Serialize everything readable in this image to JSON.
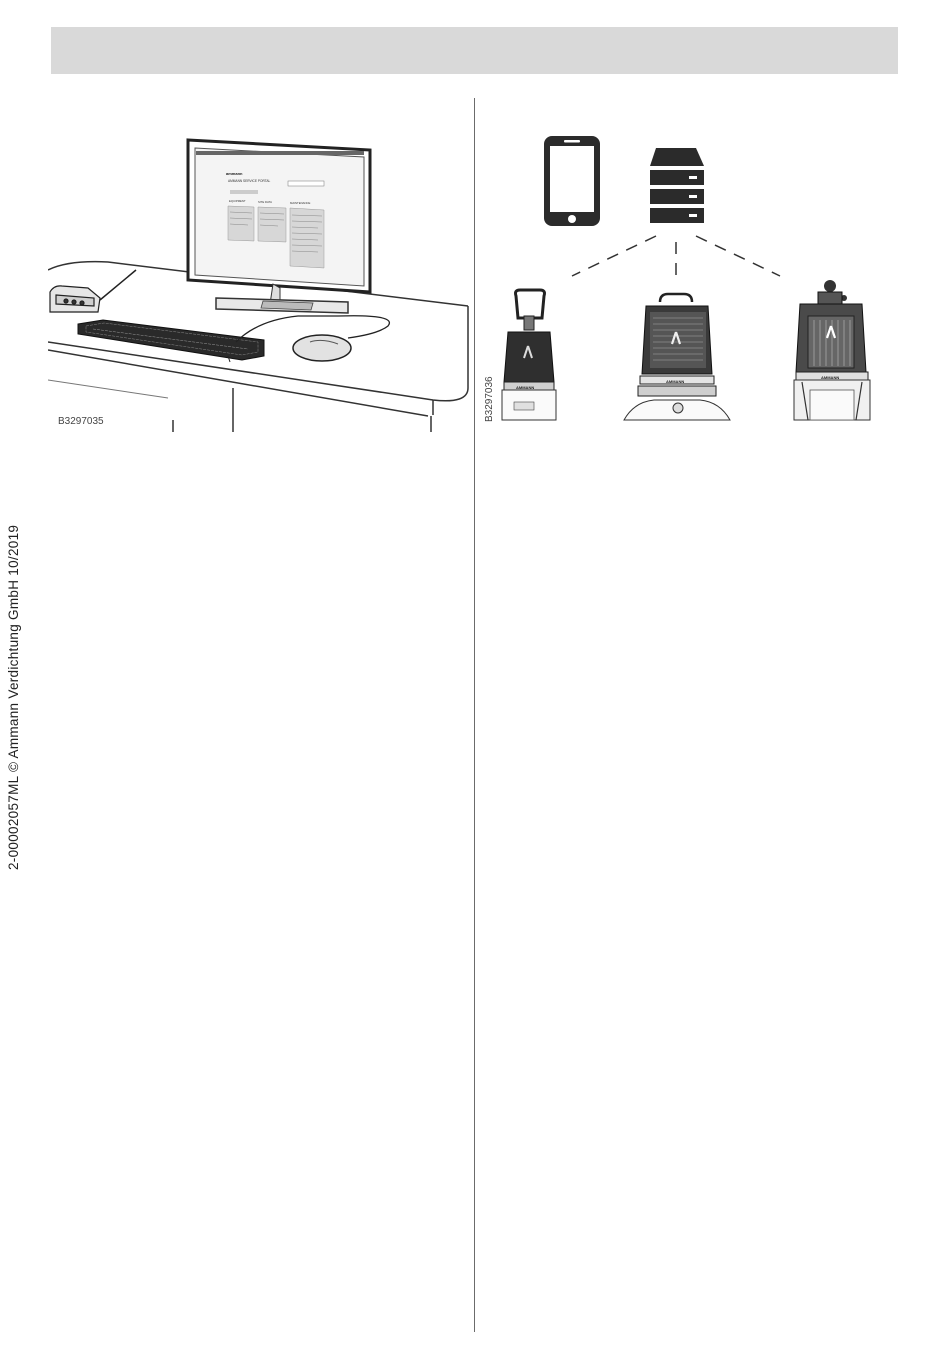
{
  "page": {
    "side_copyright": "2-00002057ML © Ammann Verdichtung GmbH  10/2019"
  },
  "figure_left": {
    "code": "B3297035",
    "screen_logo": "ammann",
    "screen_heading": "AMMANN SERVICE PORTAL",
    "screen_columns": [
      "EQUIPMENT",
      "SITE DATA",
      "MAINTENANCE"
    ]
  },
  "figure_right": {
    "code": "B3297036",
    "plate_label": "AMMANN"
  },
  "icons": [
    "phone-icon",
    "server-icon",
    "desktop-computer-icon"
  ]
}
